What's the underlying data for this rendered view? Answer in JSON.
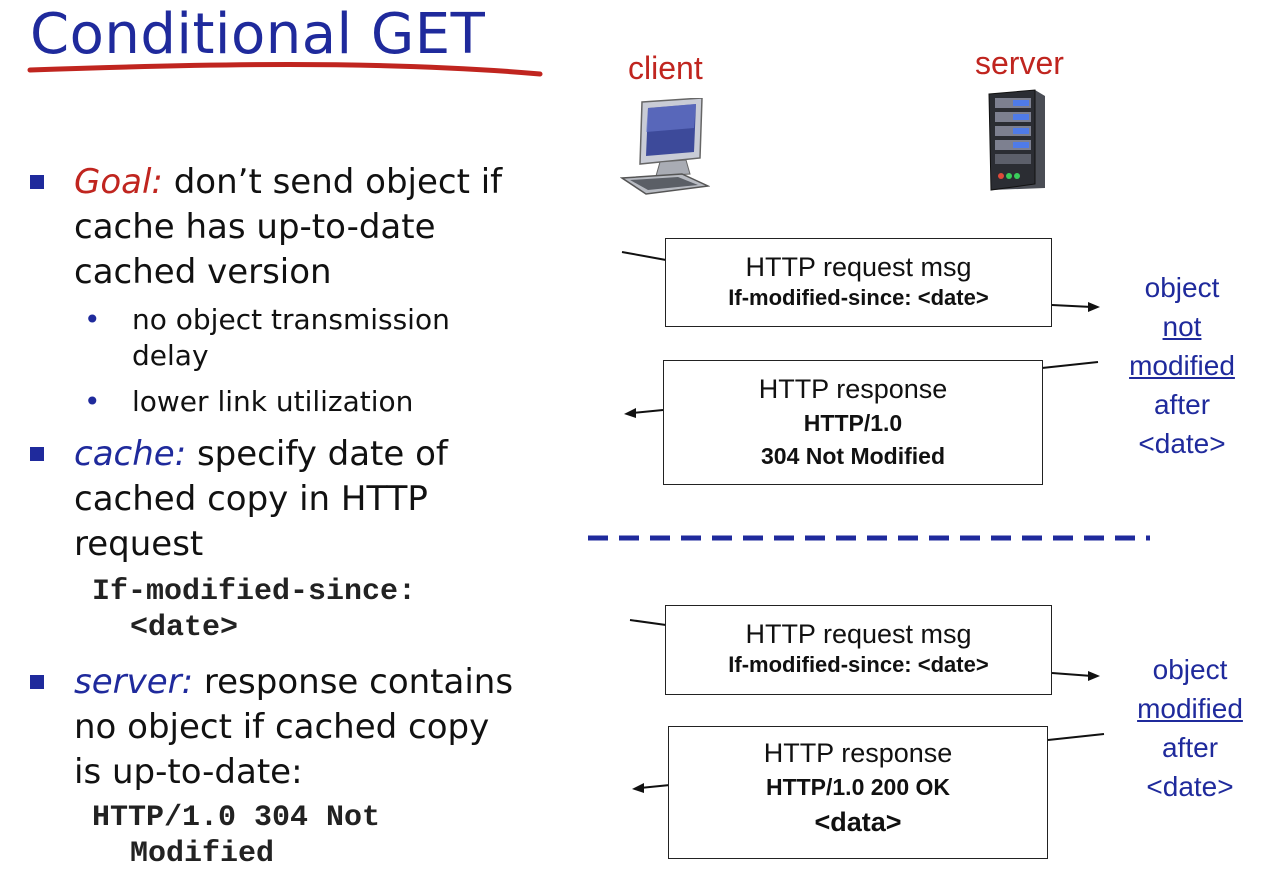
{
  "title": "Conditional GET",
  "bullets": [
    {
      "label": "Goal:",
      "text_lines": [
        " don’t send object if",
        "cache has up-to-date",
        "cached version"
      ],
      "sub": [
        "no object transmission",
        "delay",
        "lower link utilization"
      ]
    },
    {
      "label": "cache:",
      "text_lines": [
        " specify date of",
        "cached copy in HTTP",
        "request"
      ],
      "code": [
        "If-modified-since:",
        "<date>"
      ]
    },
    {
      "label": "server:",
      "text_lines": [
        " response contains",
        "no object if cached copy",
        "is up-to-date:"
      ],
      "code": [
        "HTTP/1.0 304 Not",
        "Modified"
      ]
    }
  ],
  "client_label": "client",
  "server_label": "server",
  "exchange1": {
    "request": {
      "line1": "HTTP request msg",
      "line2": "If-modified-since: <date>"
    },
    "response": {
      "line1": "HTTP response",
      "line2": "HTTP/1.0",
      "line3": "304 Not Modified"
    },
    "side": [
      "object",
      "not",
      "modified",
      "after",
      "<date>"
    ]
  },
  "exchange2": {
    "request": {
      "line1": "HTTP request msg",
      "line2": "If-modified-since: <date>"
    },
    "response": {
      "line1": "HTTP response",
      "line2": "HTTP/1.0 200 OK",
      "line3": "<data>"
    },
    "side": [
      "object",
      "modified",
      "after",
      "<date>"
    ]
  },
  "colors": {
    "title": "#1f2a9c",
    "accent_red": "#c0251f",
    "side_text": "#1f2a9c",
    "divider": "#1f2a9c"
  }
}
